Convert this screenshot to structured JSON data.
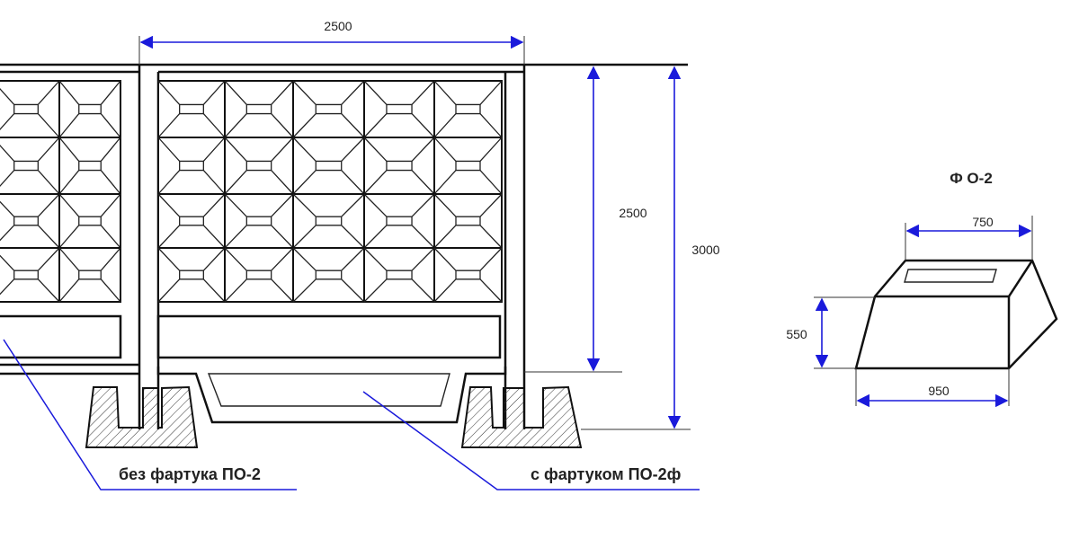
{
  "dimensions": {
    "panel_width": "2500",
    "panel_height": "2500",
    "total_height": "3000",
    "block_top": "750",
    "block_height": "550",
    "block_bottom": "950"
  },
  "block_title": "Ф О-2",
  "labels": {
    "without_apron": "без фартука ПО-2",
    "with_apron": "с фартуком ПО-2ф"
  },
  "colors": {
    "dimension_lines": "#1a1adb",
    "outlines": "#111111"
  }
}
